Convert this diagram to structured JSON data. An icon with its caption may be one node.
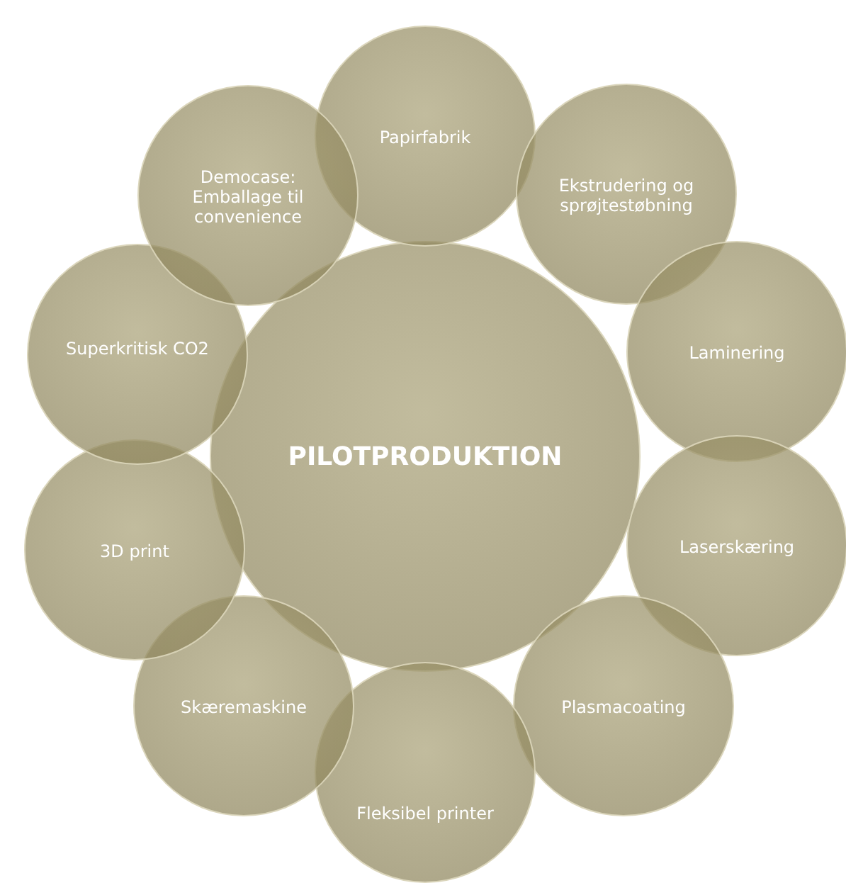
{
  "diagram": {
    "nodes": [
      {
        "text": [
          "PILOTPRODUKTION"
        ]
      },
      {
        "text": [
          "Papirfabrik"
        ]
      },
      {
        "text": [
          "Ekstrudering og sprøjtestøbning"
        ]
      },
      {
        "text": [
          "Laminering"
        ]
      },
      {
        "text": [
          "Laserskæring"
        ]
      },
      {
        "text": [
          "Plasmacoating"
        ]
      },
      {
        "text": [
          "Fleksibel printer"
        ]
      },
      {
        "text": [
          "Skæremaskine"
        ]
      },
      {
        "text": [
          "3D print"
        ]
      },
      {
        "text": [
          "Superkritisk CO2"
        ]
      },
      {
        "text": [
          "Democase: Emballage til convenience"
        ]
      }
    ]
  }
}
